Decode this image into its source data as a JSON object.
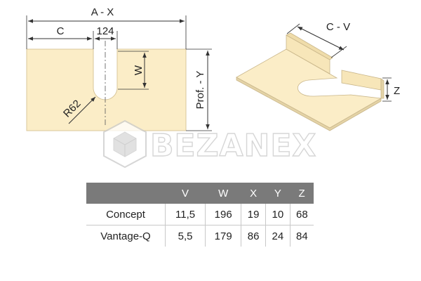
{
  "labels": {
    "top_total": "A - X",
    "left_offset": "C",
    "slot_width": "124",
    "slot_depth": "W",
    "depth": "Prof. - Y",
    "radius": "R62",
    "side_gap": "C - V",
    "height": "Z"
  },
  "watermark": {
    "text": "BEZANEX",
    "icon": "cube-logo-icon"
  },
  "colors": {
    "panel_fill": "#fbedc7",
    "panel_edge": "#d9c79b",
    "header_bg": "#7a7a7a"
  },
  "table": {
    "columns": [
      "",
      "V",
      "W",
      "X",
      "Y",
      "Z"
    ],
    "rows": [
      {
        "name": "Concept",
        "values": [
          "11,5",
          "196",
          "19",
          "10",
          "68"
        ]
      },
      {
        "name": "Vantage-Q",
        "values": [
          "5,5",
          "179",
          "86",
          "24",
          "84"
        ]
      }
    ]
  }
}
